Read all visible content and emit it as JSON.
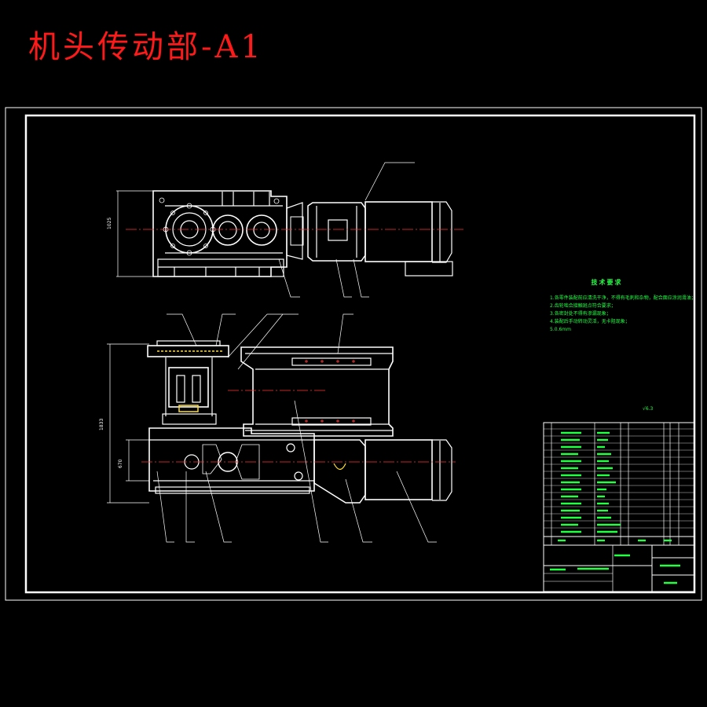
{
  "title": "机头传动部-A1",
  "colors": {
    "background": "#000000",
    "line": "#ffffff",
    "title": "#ff1a1a",
    "notes": "#22ff44",
    "leader": "#33bbff",
    "centerline": "#ff3333"
  },
  "technical_requirements": {
    "heading": "技术要求",
    "items": [
      "1.各零件装配前应清洗干净，不得有毛刺和杂物，配合面应涂润滑油；",
      "2.齿轮啮合接触斑点符合要求；",
      "3.各密封处不得有渗漏现象；",
      "4.装配后手动转动灵活，无卡阻现象；",
      "5.0.6mm"
    ]
  },
  "dimensions": {
    "top_view_height": "1025",
    "main_view_height": "1833",
    "gearbox_height": "670"
  },
  "roughness": "6.3"
}
